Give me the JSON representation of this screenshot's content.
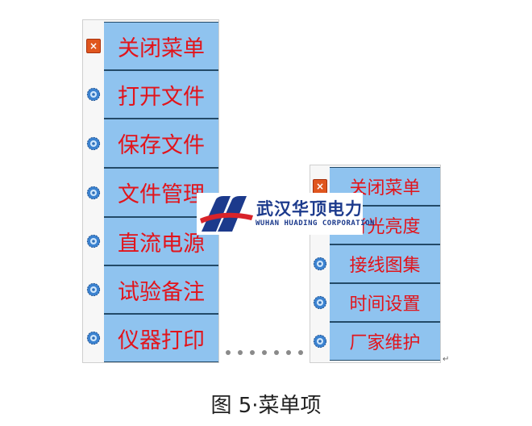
{
  "left_menu": {
    "items": [
      {
        "label": "关闭菜单",
        "icon": "close-icon"
      },
      {
        "label": "打开文件",
        "icon": "gear-icon"
      },
      {
        "label": "保存文件",
        "icon": "gear-icon"
      },
      {
        "label": "文件管理",
        "icon": "gear-icon"
      },
      {
        "label": "直流电源",
        "icon": "gear-icon"
      },
      {
        "label": "试验备注",
        "icon": "gear-icon"
      },
      {
        "label": "仪器打印",
        "icon": "gear-icon"
      }
    ]
  },
  "right_menu": {
    "items": [
      {
        "label": "关闭菜单",
        "icon": "close-icon"
      },
      {
        "label": "背光亮度",
        "icon": "gear-icon"
      },
      {
        "label": "接线图集",
        "icon": "gear-icon"
      },
      {
        "label": "时间设置",
        "icon": "gear-icon"
      },
      {
        "label": "厂家维护",
        "icon": "gear-icon"
      }
    ]
  },
  "logo": {
    "name_cn": "武汉华顶电力",
    "name_en": "WUHAN HUADING CORPORATION"
  },
  "close_glyph": "×",
  "caption": "图 5·菜单项",
  "colors": {
    "item_background": "#8fc3ef",
    "item_text": "#e2141b",
    "item_border": "#234a68",
    "logo_blue": "#1c3a8c",
    "logo_red": "#d8232a"
  }
}
